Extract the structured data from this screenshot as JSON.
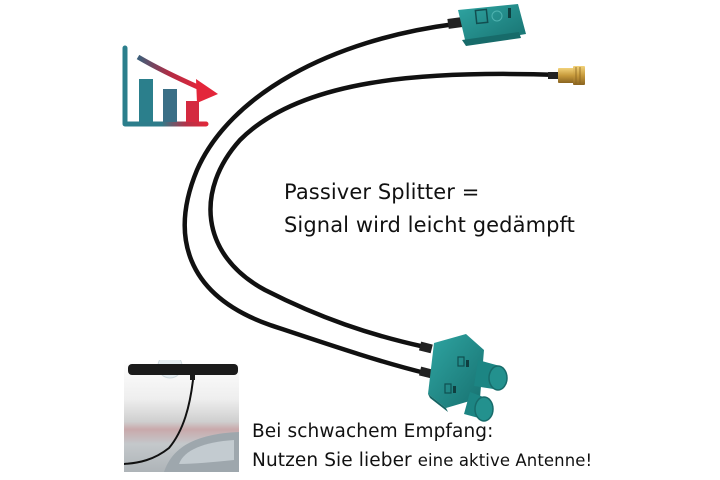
{
  "captions": {
    "main_line1": "Passiver Splitter =",
    "main_line2": "Signal wird leicht gedämpft",
    "bottom_line1": "Bei schwachem Empfang:",
    "bottom_line2_part1": "Nutzen Sie lieber",
    "bottom_line2_part2": "eine aktive Antenne!"
  },
  "icons": {
    "declining_chart": "declining-bar-chart-icon"
  },
  "product": {
    "connectors": [
      "fakra-female-connector",
      "sma-male-connector",
      "fakra-double-male-connector"
    ],
    "cable_color": "#111111",
    "fakra_color": "#1f8a8a",
    "sma_color": "#c9a34a"
  },
  "colors": {
    "chart_teal": "#2b7f8c",
    "chart_red": "#e0283a",
    "background": "#ffffff",
    "text": "#111111"
  }
}
